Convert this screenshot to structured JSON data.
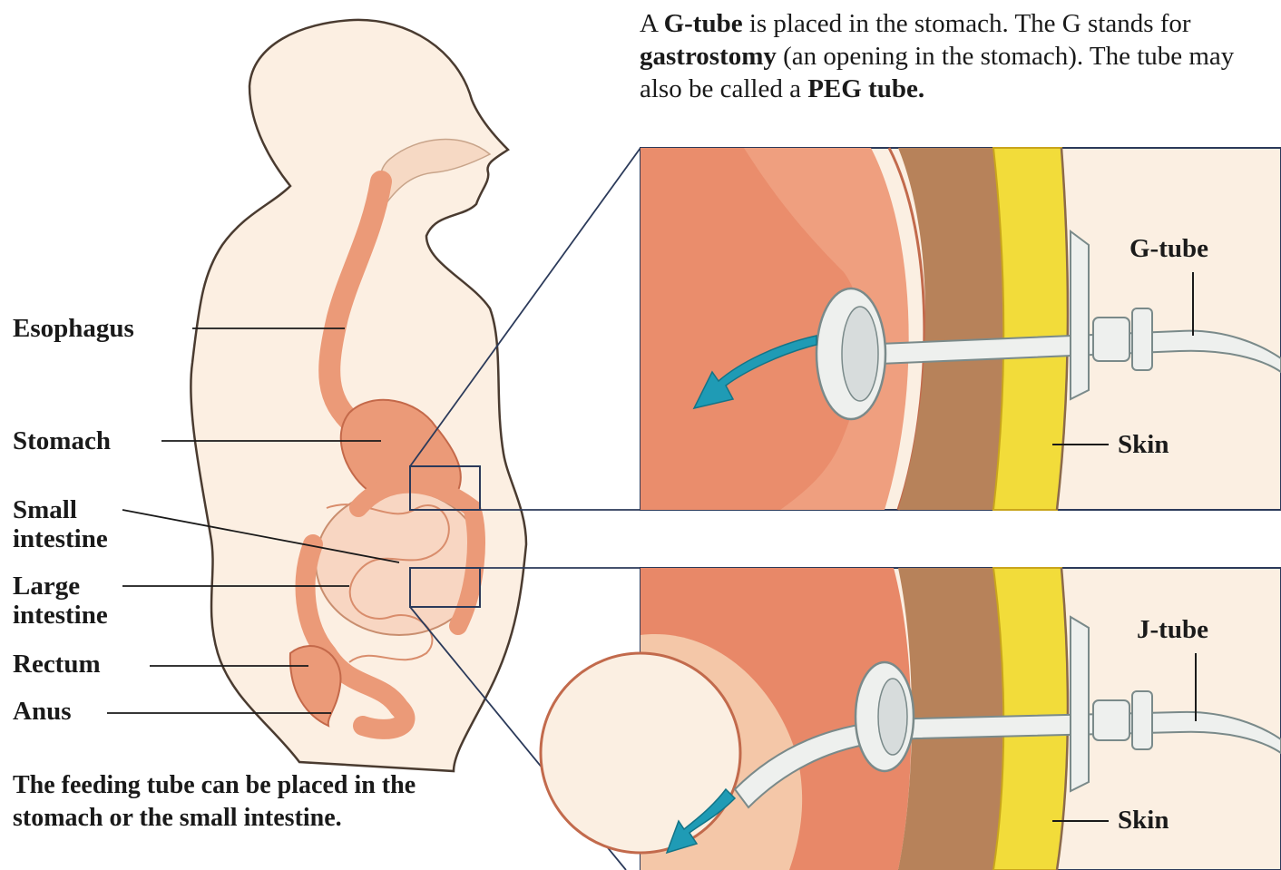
{
  "intro": {
    "p1": "A ",
    "g_tube": "G-tube",
    "p2": " is placed in the stomach. The G stands for ",
    "gastrostomy": "gastrostomy",
    "p3": " (an opening in the stomach). The tube may also be called a ",
    "peg": "PEG tube."
  },
  "labels": {
    "esophagus": "Esophagus",
    "stomach": "Stomach",
    "small_intestine_1": "Small",
    "small_intestine_2": "intestine",
    "large_intestine_1": "Large",
    "large_intestine_2": "intestine",
    "rectum": "Rectum",
    "anus": "Anus",
    "g_tube": "G-tube",
    "j_tube": "J-tube",
    "skin_top": "Skin",
    "skin_bottom": "Skin"
  },
  "caption": "The feeding tube can be placed in the stomach or the small intestine.",
  "colors": {
    "body_fill": "#fcefe2",
    "outline": "#4a3b30",
    "organ": "#eb9a78",
    "organ_dark": "#d46a4c",
    "intestine": "#f8d6c2",
    "muscle": "#b7825a",
    "fat": "#f2dc3a",
    "tube": "#eef0ee",
    "arrow": "#1f9bb5"
  }
}
